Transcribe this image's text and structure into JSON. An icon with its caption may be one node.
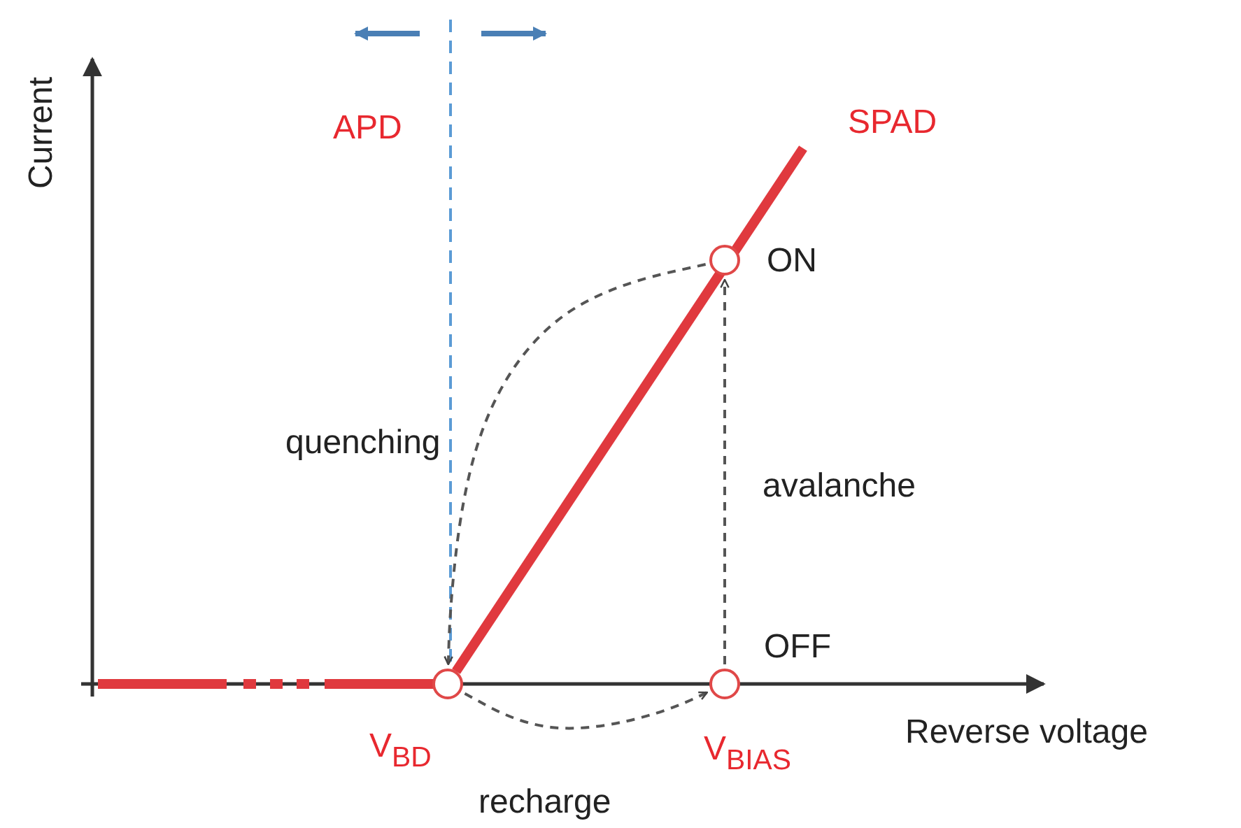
{
  "diagram": {
    "nodes": [
      {
        "text": [],
        "shape": "circle",
        "beside": [
          "V$_{BD}$"
        ]
      },
      {
        "text": [],
        "shape": "circle",
        "beside": [
          "ON"
        ]
      },
      {
        "text": [],
        "shape": "circle",
        "beside": [
          "OFF",
          "V$_{BIAS}$"
        ]
      }
    ],
    "edges": [
      {
        "from": 1,
        "to": 0,
        "arrow": "to",
        "label": "quenching",
        "style": "dashed"
      },
      {
        "from": 2,
        "to": 1,
        "arrow": "to",
        "label": "avalanche",
        "style": "dashed"
      },
      {
        "from": 0,
        "to": 2,
        "arrow": "to",
        "label": "recharge",
        "style": "dashed"
      }
    ],
    "labels": [
      "Current",
      "APD",
      "SPAD",
      "Reverse voltage"
    ]
  }
}
